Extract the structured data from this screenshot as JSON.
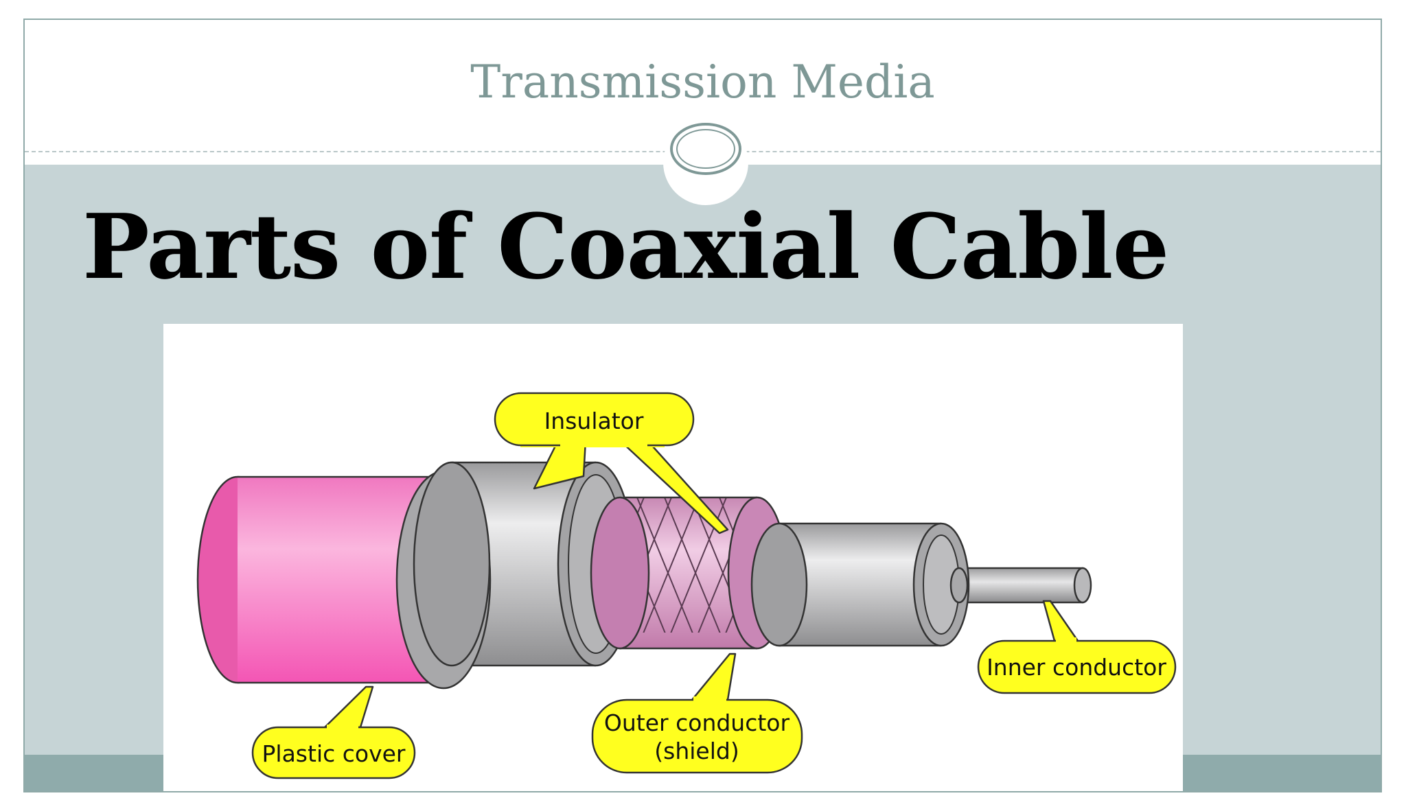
{
  "header": {
    "subtitle": "Transmission Media"
  },
  "title": "Parts of Coaxial Cable",
  "diagram": {
    "labels": {
      "insulator": "Insulator",
      "plastic_cover": "Plastic cover",
      "outer_conductor_line1": "Outer conductor",
      "outer_conductor_line2": "(shield)",
      "inner_conductor": "Inner conductor"
    },
    "colors": {
      "callout": "#ffff1f",
      "plastic_cover": "#f35bb5",
      "insulator": "#a8a8aa",
      "shield": "#d58fc0",
      "background": "#c6d4d6",
      "accent": "#7e9896"
    }
  }
}
